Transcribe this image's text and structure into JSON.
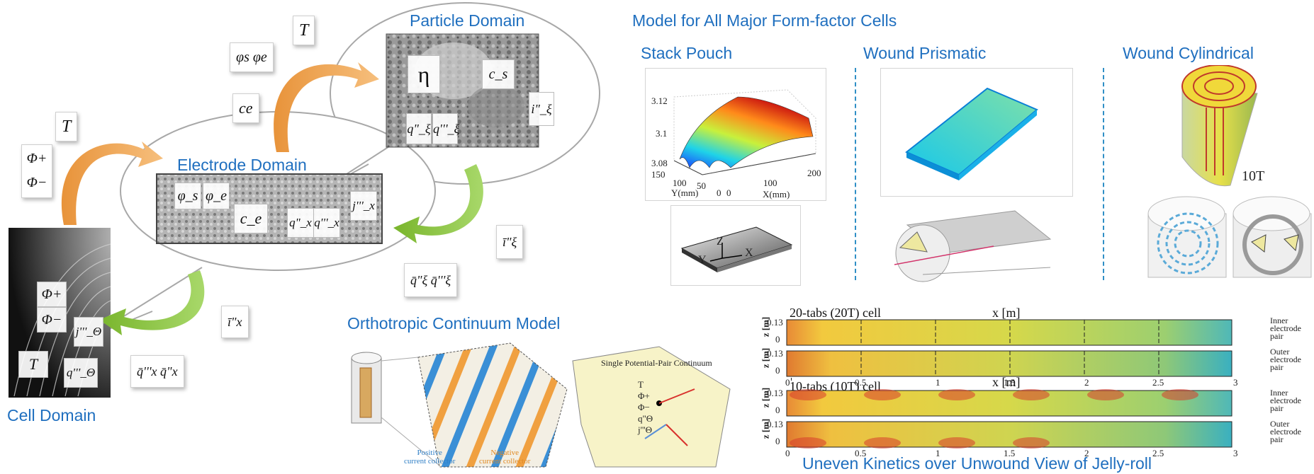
{
  "left": {
    "particle_title": "Particle Domain",
    "electrode_title": "Electrode Domain",
    "cell_title": "Cell Domain",
    "particle_syms": [
      "η",
      "c_s",
      "i\"_ξ",
      "q\"_ξ",
      "q'''_ξ"
    ],
    "electrode_syms": [
      "φ_s",
      "φ_e",
      "c_e",
      "q\"_x",
      "q'''_x",
      "j'''_x"
    ],
    "cell_syms": [
      "Φ+",
      "Φ−",
      "j'''_Θ",
      "T",
      "q'''_Θ"
    ],
    "float_syms": {
      "T_top": "T",
      "phis_phie": "φs φe",
      "ce": "ce",
      "T_left": "T",
      "Phi_pm": "Φ+ Φ−",
      "i_xi": "ī\"ξ",
      "q_xi_pair": "q̄\"ξ q̄'''ξ",
      "i_x": "ī\"x",
      "q_x_pair": "q̄'''x q̄\"x"
    },
    "colors": {
      "orange": "#f0a04a",
      "green": "#8cc43c"
    }
  },
  "right": {
    "title": "Model for All Major Form-factor Cells",
    "stack_pouch": "Stack Pouch",
    "wound_prismatic": "Wound Prismatic",
    "wound_cylindrical": "Wound Cylindrical",
    "label_10T": "10T",
    "plot3d": {
      "z_ticks": [
        "3.12",
        "3.1",
        "3.08"
      ],
      "y_ticks": [
        "150",
        "100",
        "50",
        "0"
      ],
      "x_ticks": [
        "0",
        "100",
        "200"
      ],
      "y_label": "Y(mm)",
      "x_label": "X(mm)"
    },
    "axes_xyz": [
      "Y",
      "Z",
      "X"
    ],
    "ortho_title": "Orthotropic Continuum Model",
    "spp_title": "Single Potential-Pair Continuum",
    "spp_syms": [
      "T",
      "Φ+",
      "Φ−",
      "q\"Θ",
      "j'''Θ"
    ],
    "collector_pos": "Positive\ncurrent collector",
    "collector_neg": "Negative\ncurrent collector",
    "strip": {
      "cell20": "20-tabs (20T) cell",
      "cell10": "10-tabs (10T) cell",
      "xm": "x [m]",
      "zm": "z [m]",
      "z_ticks": [
        "0.13",
        "0"
      ],
      "x_ticks": [
        "0",
        "0.5",
        "1",
        "1.5",
        "2",
        "2.5",
        "3"
      ],
      "inner": "Inner\nelectrode\npair",
      "outer": "Outer\nelectrode\npair"
    },
    "uneven_title": "Uneven Kinetics over Unwound View of Jelly-roll"
  }
}
